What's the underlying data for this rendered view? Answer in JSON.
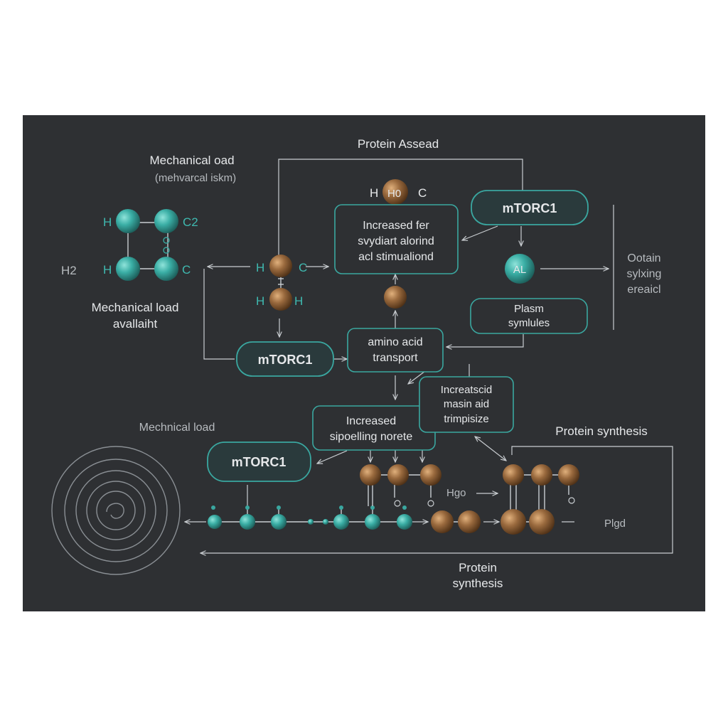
{
  "title": "Protein Assead",
  "top_left": {
    "heading": "Mechanical oad",
    "subheading": "(mehvarcal iskm)",
    "atoms": {
      "h_a": "H",
      "c2": "C2",
      "h_b": "H",
      "c": "C",
      "h2": "H2"
    },
    "caption_line1": "Mechanical load",
    "caption_line2": "avallaiht"
  },
  "center_molecule": {
    "top_left_h": "H",
    "top_center": "H0",
    "top_right_c": "C",
    "mid_h": "H",
    "mid_c": "C",
    "low_h1": "H",
    "low_h2": "H"
  },
  "boxes": {
    "increased_for": {
      "line1": "Increased fer",
      "line2": "svydiart alorind",
      "line3": "acl stimualiond"
    },
    "amino_transport": {
      "line1": "amino acid",
      "line2": "transport"
    },
    "plasm": {
      "line1": "Plasm",
      "line2": "symlules"
    },
    "increased_acid": {
      "line1": "Increatscid",
      "line2": "masin aid",
      "line3": "trimpisize"
    },
    "increased_signal": {
      "line1": "Increased",
      "line2": "sipoelling norete"
    }
  },
  "pills": {
    "mtorc1_top": "mTORC1",
    "mtorc1_mid": "mTORC1",
    "mtorc1_low": "mTORC1"
  },
  "al_node": "AL",
  "right_text": {
    "line1": "Ootain",
    "line2": "sylxing",
    "line3": "ereaicl"
  },
  "labels": {
    "mechanical_load_low": "Mechnical load",
    "protein_synthesis_right": "Protein synthesis",
    "hgo": "Hgo",
    "plgd": "Plgd",
    "bottom_line1": "Protein",
    "bottom_line2": "synthesis"
  },
  "colors": {
    "panel": "#2e3033",
    "teal": "#3aa7a0",
    "brown": "#9a6a3e",
    "text": "#e6e8ea"
  }
}
